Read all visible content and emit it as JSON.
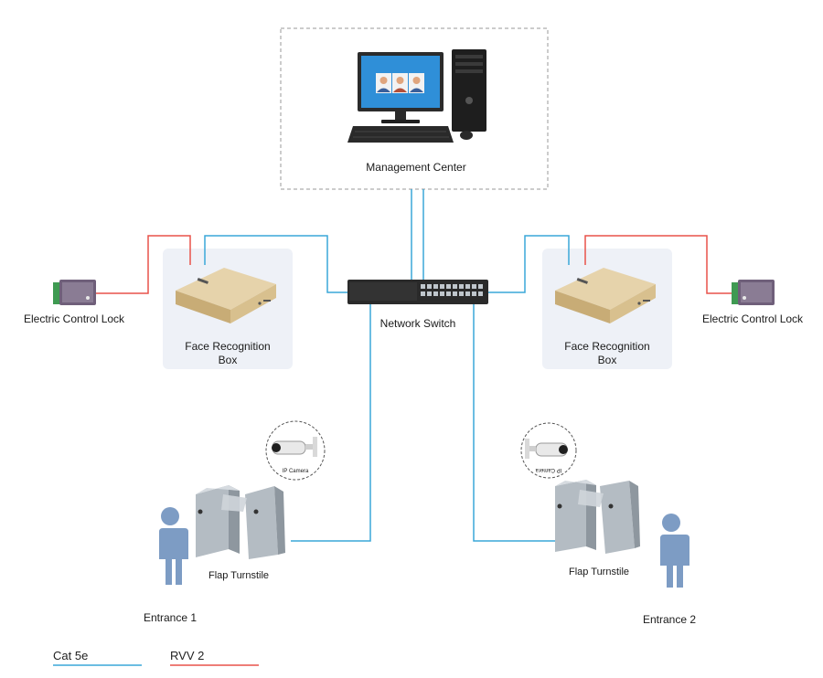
{
  "labels": {
    "management_center": "Management Center",
    "network_switch": "Network Switch",
    "face_box_left": [
      "Face Recognition",
      "Box"
    ],
    "face_box_right": [
      "Face Recognition",
      "Box"
    ],
    "lock_left": "Electric Control Lock",
    "lock_right": "Electric Control Lock",
    "turnstile_left": "Flap Turnstile",
    "turnstile_right": "Flap Turnstile",
    "entrance_1": "Entrance 1",
    "entrance_2": "Entrance 2",
    "camera_left_tag": "IP Camera",
    "camera_right_tag": "IP Camera"
  },
  "legend": {
    "cat5e": "Cat 5e",
    "rvv2": "RVV 2"
  },
  "colors": {
    "cat5e": "#3aa7d8",
    "rvv2": "#e8524a",
    "box_panel": "#eef1f7",
    "box_gold": "#d8c08e",
    "person": "#7d9cc4"
  }
}
